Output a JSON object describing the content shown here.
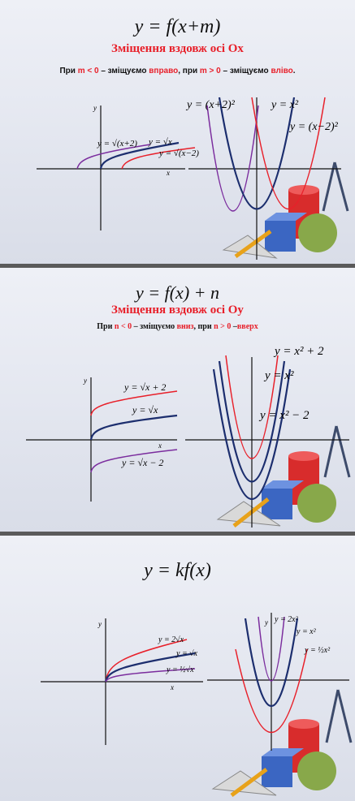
{
  "slide1": {
    "title": "y = f(x+m)",
    "subtitle": "Зміщення вздовж осі Ох",
    "rule": {
      "p1": "При ",
      "m1": "m < 0",
      "p2": " – зміщуємо ",
      "right": "вправо",
      "p3": ", при ",
      "m2": "m > 0",
      "p4": " – зміщуємо ",
      "left": "вліво",
      "p5": "."
    },
    "left_graph": {
      "y": "y",
      "x": "x",
      "lab1": "y = √(x+2)",
      "lab2": "y = √x",
      "lab3": "y = √(x−2)"
    },
    "right_graph": {
      "lab1": "y = (x+2)²",
      "lab2": "y = x²",
      "lab3": "y = (x−2)²"
    }
  },
  "slide2": {
    "title": "y = f(x) + n",
    "subtitle": "Зміщення вздовж осі Оу",
    "rule": {
      "p1": "При ",
      "n1": "n < 0",
      "p2": " – зміщуємо ",
      "down": "вниз",
      "p3": ", при ",
      "n2": "n > 0",
      "p4": " –",
      "up": "вверх"
    },
    "left_graph": {
      "y": "y",
      "x": "x",
      "lab1": "y = √x + 2",
      "lab2": "y = √x",
      "lab3": "y = √x − 2"
    },
    "right_graph": {
      "lab1": "y = x² + 2",
      "lab2": "y = x²",
      "lab3": "y = x² − 2"
    }
  },
  "slide3": {
    "title": "y = kf(x)",
    "left_graph": {
      "y": "y",
      "x": "x",
      "lab1": "y = 2√x",
      "lab2": "y = √x",
      "lab3": "y = ½√x"
    },
    "right_graph": {
      "y": "y",
      "lab1": "y = 2x²",
      "lab2": "y = x²",
      "lab3": "y = ½x²"
    }
  }
}
